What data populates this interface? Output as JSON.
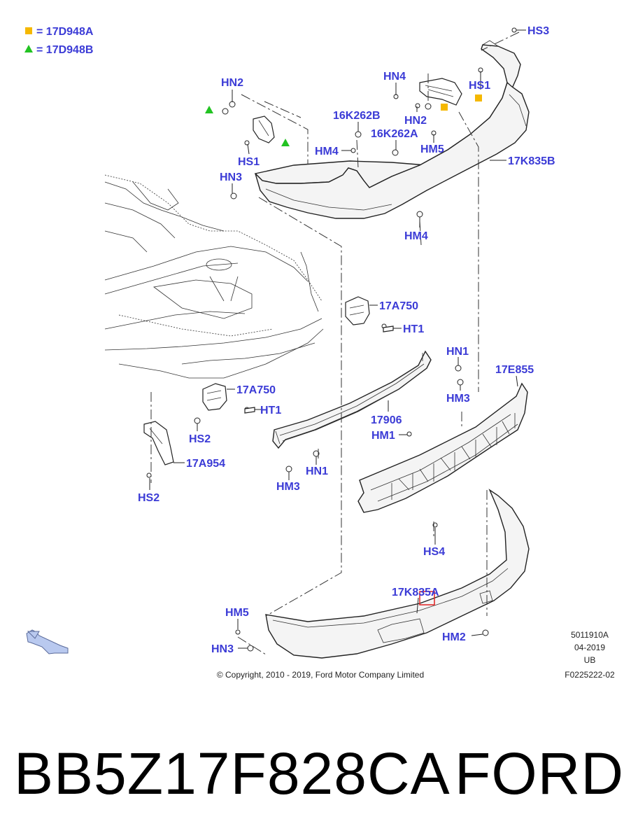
{
  "legend": [
    {
      "symbol": "square",
      "color": "#f5b800",
      "text": "= 17D948A"
    },
    {
      "symbol": "triangle",
      "color": "#22c322",
      "text": "= 17D948B"
    }
  ],
  "callouts": {
    "hs3": "HS3",
    "hn4": "HN4",
    "hs1_top": "HS1",
    "hn2_top": "HN2",
    "hn2_mid": "HN2",
    "hs1_left": "HS1",
    "p16k262b": "16K262B",
    "p16k262a": "16K262A",
    "hm5_top": "HM5",
    "hm4_left": "HM4",
    "p17k835b": "17K835B",
    "hn3_top": "HN3",
    "hm4_bottom": "HM4",
    "p17a750_right": "17A750",
    "ht1_right": "HT1",
    "hn1_right": "HN1",
    "p17e855": "17E855",
    "hm3_right": "HM3",
    "p17a750_left": "17A750",
    "ht1_left": "HT1",
    "p17906": "17906",
    "hs2_mid": "HS2",
    "hm1": "HM1",
    "p17a954": "17A954",
    "hn1_bottom": "HN1",
    "hm3_bottom": "HM3",
    "hs2_bottom": "HS2",
    "hs4": "HS4",
    "p17k835a": "17K835A",
    "hm5_bottom": "HM5",
    "hm2": "HM2",
    "hn3_bottom": "HN3"
  },
  "meta": {
    "ref_code": "5011910A",
    "date": "04-2019",
    "region": "UB",
    "figure_id": "F0225222-02",
    "copyright": "© Copyright, 2010 - 2019, Ford Motor Company Limited"
  },
  "colors": {
    "callout": "#3b3bd6",
    "highlight": "#e02020",
    "arrow": "#b9c9ef"
  },
  "caption": {
    "part_number": "BB5Z17F828CA",
    "brand": "FORD"
  }
}
